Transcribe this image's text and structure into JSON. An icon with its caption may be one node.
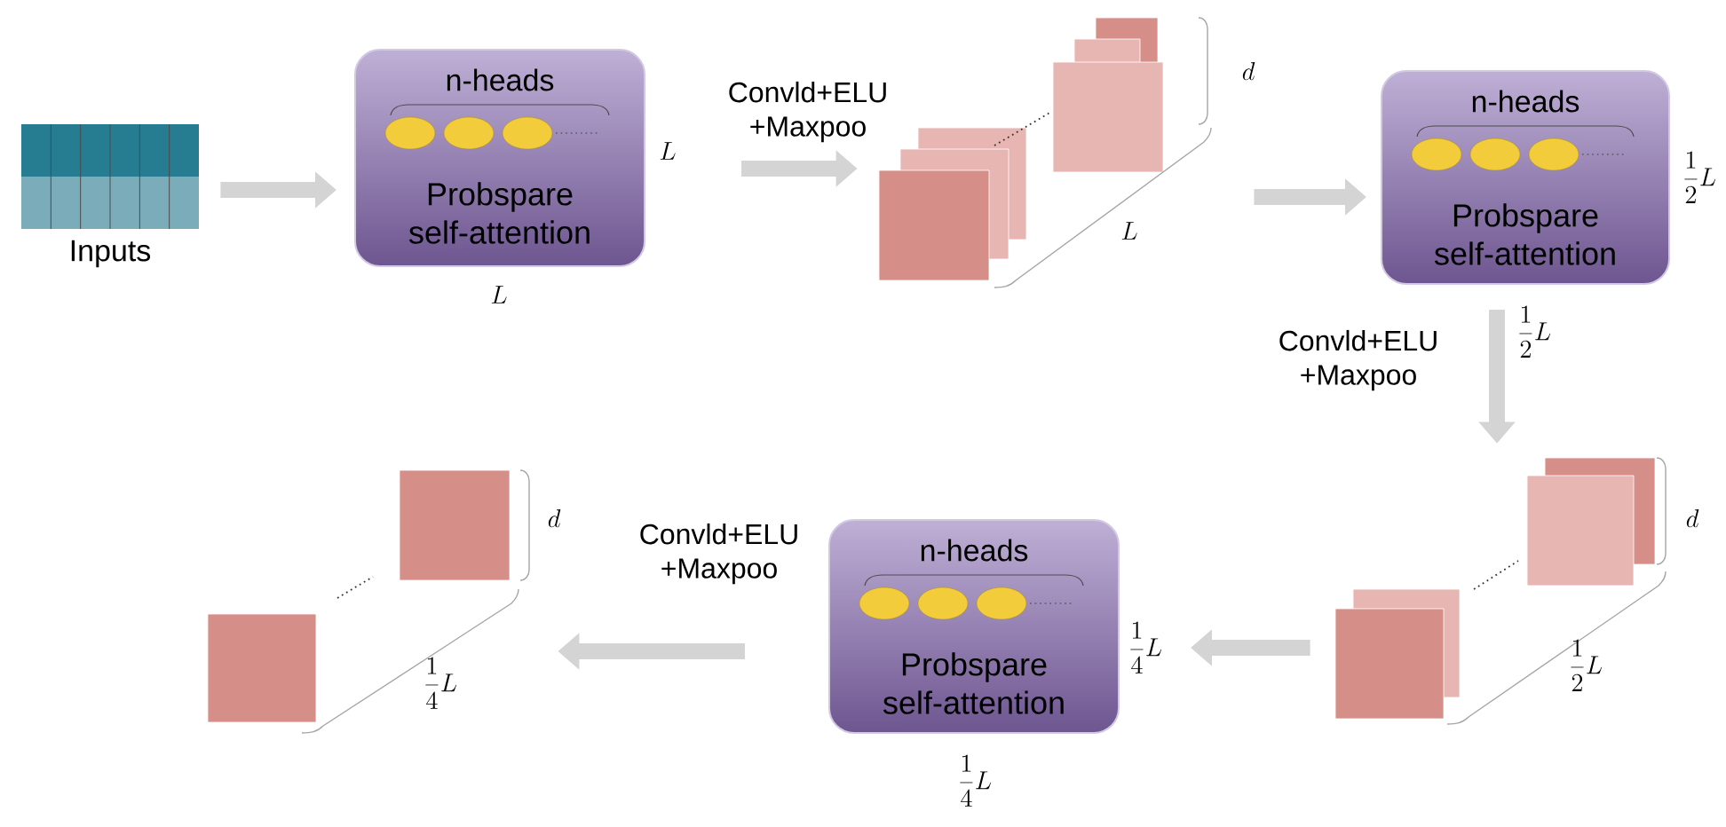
{
  "diagram": {
    "nodes": [
      {
        "text": [
          "Inputs"
        ]
      },
      {
        "text": [
          "n-heads",
          "Probspare self-attention"
        ],
        "beside": [
          "L",
          "L"
        ]
      },
      {
        "text": [],
        "shape": "box",
        "beside": [
          "d"
        ]
      },
      {
        "text": [
          "n-heads",
          "Probspare self-attention"
        ],
        "beside": [
          "\\frac{1}{2}L",
          "\\frac{1}{2}L"
        ]
      },
      {
        "text": [],
        "shape": "box",
        "beside": [
          "d"
        ]
      },
      {
        "text": [
          "n-heads",
          "Probspare self-attention"
        ],
        "beside": [
          "\\frac{1}{4}L",
          "\\frac{1}{4}L"
        ]
      },
      {
        "text": [],
        "shape": "box",
        "beside": [
          "d"
        ]
      }
    ],
    "labels": [
      "L",
      "\\frac{1}{2}L",
      "\\frac{1}{4}L"
    ],
    "edges": [
      {
        "from": 0,
        "to": 1,
        "arrow": "to"
      },
      {
        "from": 1,
        "to": 2,
        "arrow": "to",
        "label": "Convld+ELU +Maxpoo"
      },
      {
        "from": 2,
        "to": 3,
        "arrow": "to"
      },
      {
        "from": 3,
        "to": 4,
        "arrow": "to",
        "label": "Convld+ELU +Maxpoo"
      },
      {
        "from": 4,
        "to": 5,
        "arrow": "to"
      },
      {
        "from": 5,
        "to": 6,
        "arrow": "to",
        "label": "Convld+ELU +Maxpoo"
      }
    ]
  }
}
